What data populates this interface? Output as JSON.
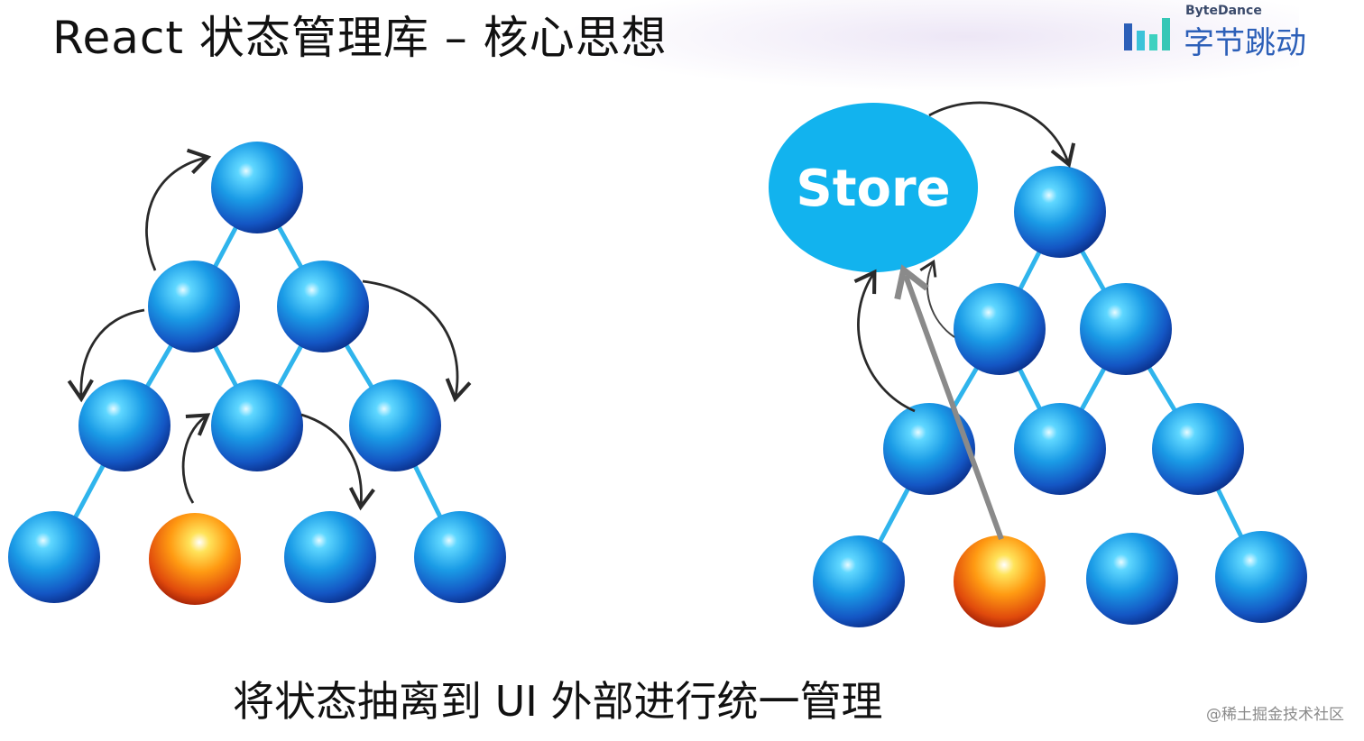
{
  "slide": {
    "title": "React 状态管理库 – 核心思想",
    "caption": "将状态抽离到 UI 外部进行统一管理"
  },
  "logo": {
    "en": "ByteDance",
    "cn": "字节跳动"
  },
  "store": {
    "label": "Store"
  },
  "watermark": "@稀土掘金技术社区",
  "colors": {
    "node_blue": "#1a73d6",
    "node_orange": "#f07a10",
    "store_fill": "#12b3ee",
    "edge": "#2fb4ec",
    "arrow": "#2a2a2a",
    "gray_arrow": "#888888"
  }
}
